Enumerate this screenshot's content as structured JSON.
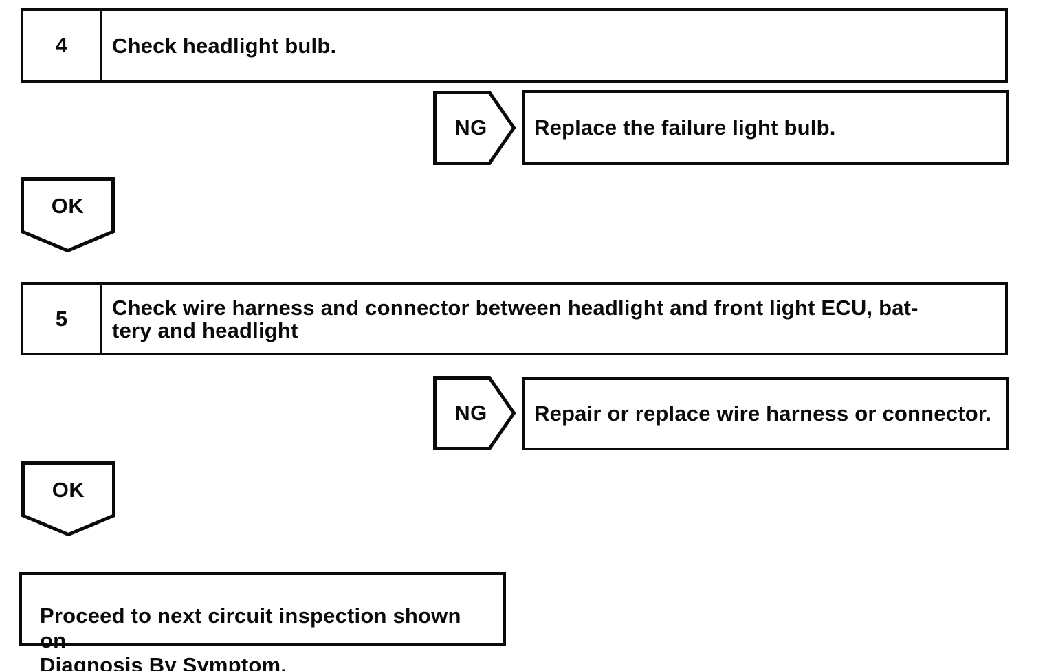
{
  "flowchart": {
    "steps": [
      {
        "number": "4",
        "title": "Check headlight bulb.",
        "ng": {
          "label": "NG",
          "action": "Replace the failure light bulb."
        },
        "ok": {
          "label": "OK"
        }
      },
      {
        "number": "5",
        "title": "Check wire harness and connector between headlight and front light ECU, bat-\ntery and headlight",
        "ng": {
          "label": "NG",
          "action": "Repair or replace wire harness or connector."
        },
        "ok": {
          "label": "OK"
        }
      }
    ],
    "terminal": "Proceed to next circuit inspection shown on\nDiagnosis By Symptom."
  },
  "colors": {
    "ink": "#0a0a0a",
    "background": "#ffffff"
  }
}
